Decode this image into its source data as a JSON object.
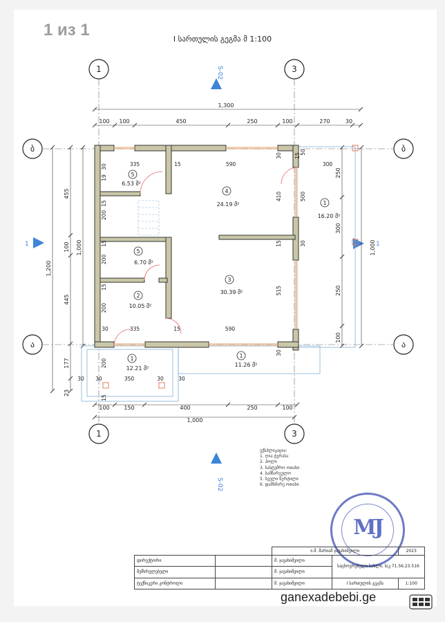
{
  "page_counter": "1 из 1",
  "drawing_title": "I სართულის გეგმა მ 1:100",
  "axes": {
    "a": "ა",
    "b": "ბ",
    "one": "1",
    "three": "3"
  },
  "section_marks": {
    "top": "S-02",
    "bottom": "S-02",
    "left": "1",
    "right": "1"
  },
  "dims": {
    "top_total": "1,300",
    "top_chain": [
      "100",
      "100",
      "450",
      "250",
      "100",
      "270",
      "30"
    ],
    "bottom_total": "1,000",
    "bottom_chain": [
      "100",
      "150",
      "400",
      "250",
      "100"
    ],
    "left_outer": "1,200",
    "left_mid": "1,000",
    "left_chain": [
      "455",
      "100",
      "445",
      "177",
      "23"
    ],
    "right_total": "1,000",
    "right_chain": [
      "250",
      "300",
      "250",
      "100"
    ],
    "interior": [
      "335",
      "15",
      "590",
      "30",
      "300",
      "30",
      "50",
      "19",
      "15",
      "200",
      "15",
      "200",
      "15",
      "200",
      "30",
      "410",
      "500",
      "15",
      "30",
      "515",
      "30",
      "335",
      "15",
      "590",
      "30",
      "30",
      "200",
      "30",
      "30",
      "350",
      "30",
      "30",
      "300",
      "30",
      "15",
      "15",
      "15",
      "15"
    ]
  },
  "rooms": [
    {
      "num": "5",
      "area": "6.53 მ²"
    },
    {
      "num": "4",
      "area": "24.19 მ²"
    },
    {
      "num": "1",
      "area": "16.20 მ²"
    },
    {
      "num": "5",
      "area": "6.70 მ²"
    },
    {
      "num": "2",
      "area": "10.05 მ²"
    },
    {
      "num": "3",
      "area": "30.39 მ²"
    },
    {
      "num": "1",
      "area": "12.21 მ²"
    },
    {
      "num": "1",
      "area": "11.26 მ²"
    }
  ],
  "legend": {
    "heading": "ექსპლიკაცია:",
    "items": [
      "1. ღია ტერასა",
      "2. ჰოლი",
      "3. სასტუმრო ოთახი",
      "4. სამზარეულო",
      "5. სველი წერტილი",
      "6. დამხმარე ოთახი"
    ]
  },
  "title_block": {
    "header": "ი.მ. მარიამ ჯავახიშვილი",
    "year": "2023",
    "rows": [
      {
        "label": "დირექტორი",
        "name": "მ. ჯავახიშვილი"
      },
      {
        "label": "შემსრულებელი",
        "name": "მ. ჯავახიშვილი"
      },
      {
        "label": "ტექნიკური კონტროლი",
        "name": "მ. ჯავახიშვილი"
      }
    ],
    "project": "საცხოვრებელი სახლი, ს/კ 71.56.23.516",
    "sheet_name": "I სართულის გეგმა",
    "scale": "1:100"
  },
  "footer_text": "ganexadebebi.ge",
  "colors": {
    "wall": "#c9c7a8",
    "wall_stroke": "#333",
    "marker": "#3d85d8",
    "orange": "#e8a978",
    "stamp": "#6d79c5"
  }
}
